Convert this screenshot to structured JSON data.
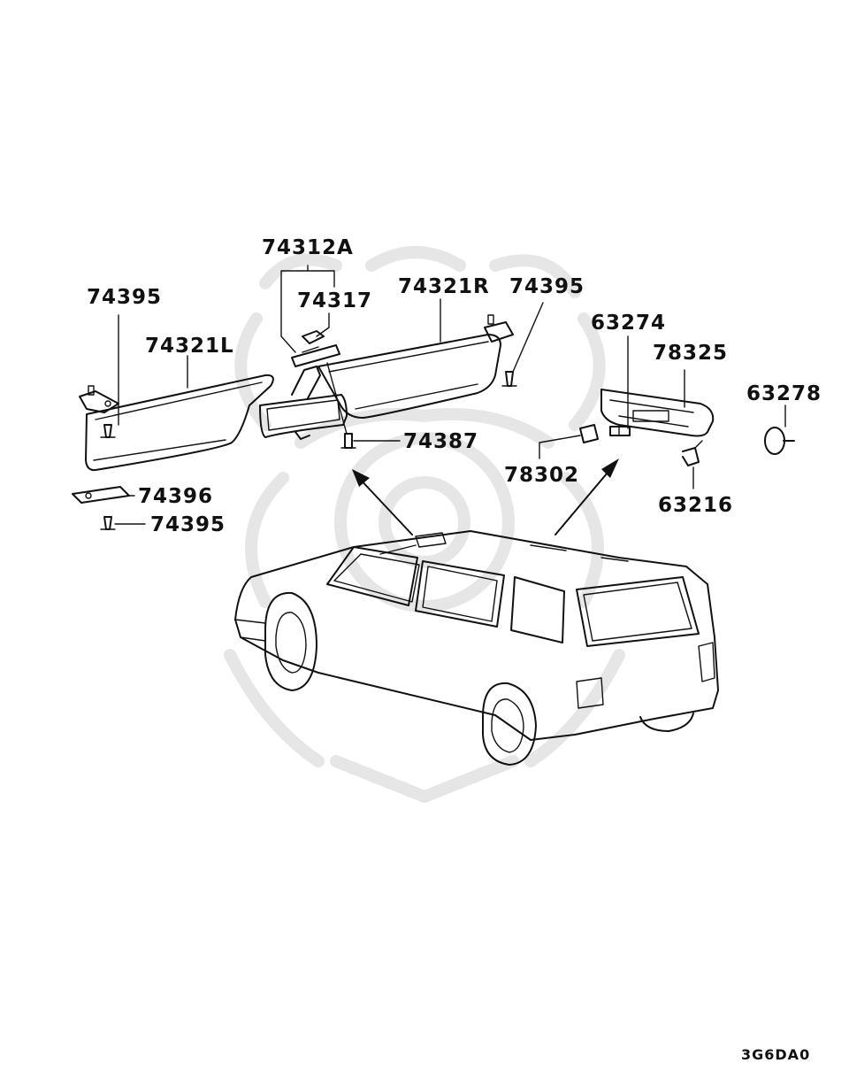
{
  "parts": {
    "p74312A": "74312A",
    "p74317": "74317",
    "p74321R": "74321R",
    "p74395_top": "74395",
    "p74395_left": "74395",
    "p74321L": "74321L",
    "p74387": "74387",
    "p74396": "74396",
    "p74395_bottom": "74395",
    "p63274": "63274",
    "p78325": "78325",
    "p63278": "63278",
    "p78302": "78302",
    "p63216": "63216"
  },
  "diagram_code": "3G6DA0",
  "colors": {
    "line": "#111111",
    "watermark": "#e6e6e6",
    "background": "#ffffff"
  }
}
